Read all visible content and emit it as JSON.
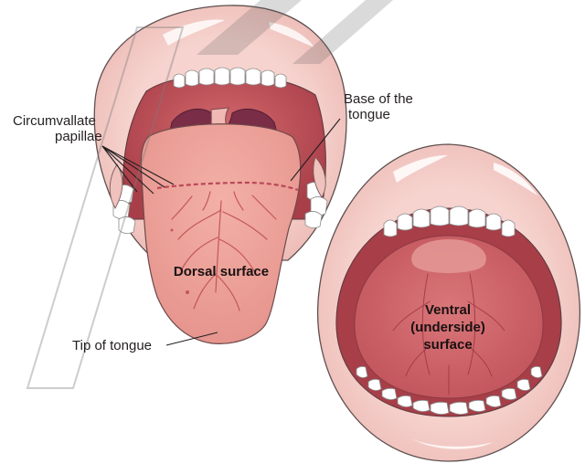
{
  "labels": {
    "circumvallate_line1": "Circumvallate",
    "circumvallate_line2": "papillae",
    "base_line1": "Base of the",
    "base_line2": "tongue",
    "dorsal": "Dorsal surface",
    "tip": "Tip of tongue",
    "ventral_line1": "Ventral",
    "ventral_line2": "(underside)",
    "ventral_line3": "surface"
  },
  "colors": {
    "lip": "#f3c9c5",
    "lip_outline": "#6a5a5a",
    "mouth_interior": "#b3474f",
    "throat": "#7a2d47",
    "tongue": "#eea29a",
    "tongue_vessels": "#c4565a",
    "teeth": "#ffffff",
    "watermark": "#9a9a9a"
  },
  "icons": [
    "dorsal-mouth-illustration",
    "ventral-mouth-illustration",
    "watermark-logo"
  ]
}
